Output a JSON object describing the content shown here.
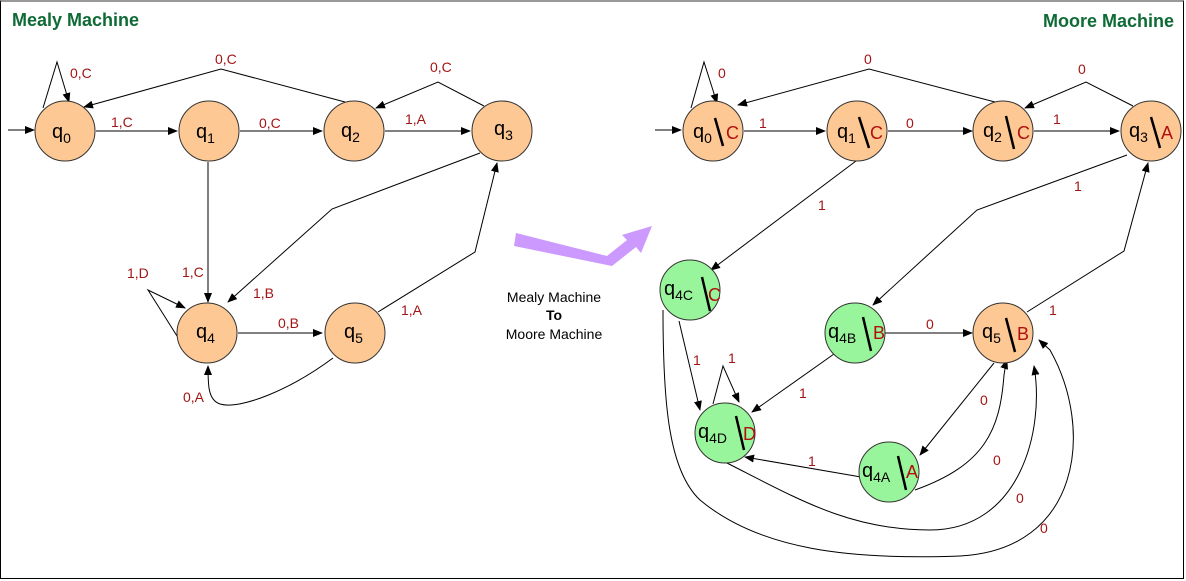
{
  "titles": {
    "left": "Mealy Machine",
    "right": "Moore Machine"
  },
  "center_caption": {
    "line1": "Mealy Machine",
    "line2": "To",
    "line3": "Moore Machine"
  },
  "colors": {
    "orange_state": "#fdc894",
    "green_state": "#99f59b",
    "label_red": "#a31515",
    "title_green": "#0f6b35",
    "arrow_purple": "#cc99ff"
  },
  "mealy": {
    "states": [
      {
        "id": "q0",
        "base": "q",
        "sub": "0"
      },
      {
        "id": "q1",
        "base": "q",
        "sub": "1"
      },
      {
        "id": "q2",
        "base": "q",
        "sub": "2"
      },
      {
        "id": "q3",
        "base": "q",
        "sub": "3"
      },
      {
        "id": "q4",
        "base": "q",
        "sub": "4"
      },
      {
        "id": "q5",
        "base": "q",
        "sub": "5"
      }
    ],
    "transitions": [
      {
        "from": "q0",
        "to": "q0",
        "label": "0,C"
      },
      {
        "from": "q0",
        "to": "q1",
        "label": "1,C"
      },
      {
        "from": "q1",
        "to": "q2",
        "label": "0,C"
      },
      {
        "from": "q2",
        "to": "q0",
        "label": "0,C"
      },
      {
        "from": "q2",
        "to": "q3",
        "label": "1,A"
      },
      {
        "from": "q3",
        "to": "q2",
        "label": "0,C"
      },
      {
        "from": "q1",
        "to": "q4",
        "label": "1,C"
      },
      {
        "from": "q3",
        "to": "q4",
        "label": "1,B"
      },
      {
        "from": "q4",
        "to": "q4",
        "label": "1,D"
      },
      {
        "from": "q4",
        "to": "q5",
        "label": "0,B"
      },
      {
        "from": "q5",
        "to": "q3",
        "label": "1,A"
      },
      {
        "from": "q5",
        "to": "q4",
        "label": "0,A"
      }
    ]
  },
  "moore": {
    "states": [
      {
        "id": "q0",
        "base": "q",
        "sub": "0",
        "output": "C"
      },
      {
        "id": "q1",
        "base": "q",
        "sub": "1",
        "output": "C"
      },
      {
        "id": "q2",
        "base": "q",
        "sub": "2",
        "output": "C"
      },
      {
        "id": "q3",
        "base": "q",
        "sub": "3",
        "output": "A"
      },
      {
        "id": "q4C",
        "base": "q",
        "sub": "4C",
        "output": "C"
      },
      {
        "id": "q4B",
        "base": "q",
        "sub": "4B",
        "output": "B"
      },
      {
        "id": "q5",
        "base": "q",
        "sub": "5",
        "output": "B"
      },
      {
        "id": "q4D",
        "base": "q",
        "sub": "4D",
        "output": "D"
      },
      {
        "id": "q4A",
        "base": "q",
        "sub": "4A",
        "output": "A"
      }
    ],
    "transitions": [
      {
        "from": "q0",
        "to": "q0",
        "label": "0"
      },
      {
        "from": "q0",
        "to": "q1",
        "label": "1"
      },
      {
        "from": "q1",
        "to": "q2",
        "label": "0"
      },
      {
        "from": "q2",
        "to": "q0",
        "label": "0"
      },
      {
        "from": "q2",
        "to": "q3",
        "label": "1"
      },
      {
        "from": "q3",
        "to": "q2",
        "label": "0"
      },
      {
        "from": "q1",
        "to": "q4C",
        "label": "1"
      },
      {
        "from": "q3",
        "to": "q4B",
        "label": "1"
      },
      {
        "from": "q4B",
        "to": "q5",
        "label": "0"
      },
      {
        "from": "q5",
        "to": "q3",
        "label": "1"
      },
      {
        "from": "q4C",
        "to": "q4D",
        "label": "1"
      },
      {
        "from": "q4D",
        "to": "q4D",
        "label": "1"
      },
      {
        "from": "q4B",
        "to": "q4D",
        "label": "1"
      },
      {
        "from": "q5",
        "to": "q4A",
        "label": "0"
      },
      {
        "from": "q4A",
        "to": "q4D",
        "label": "1"
      },
      {
        "from": "q4A",
        "to": "q5",
        "label": "0"
      },
      {
        "from": "q4D",
        "to": "q5",
        "label": "0"
      },
      {
        "from": "q4C",
        "to": "q5",
        "label": "0"
      }
    ]
  }
}
